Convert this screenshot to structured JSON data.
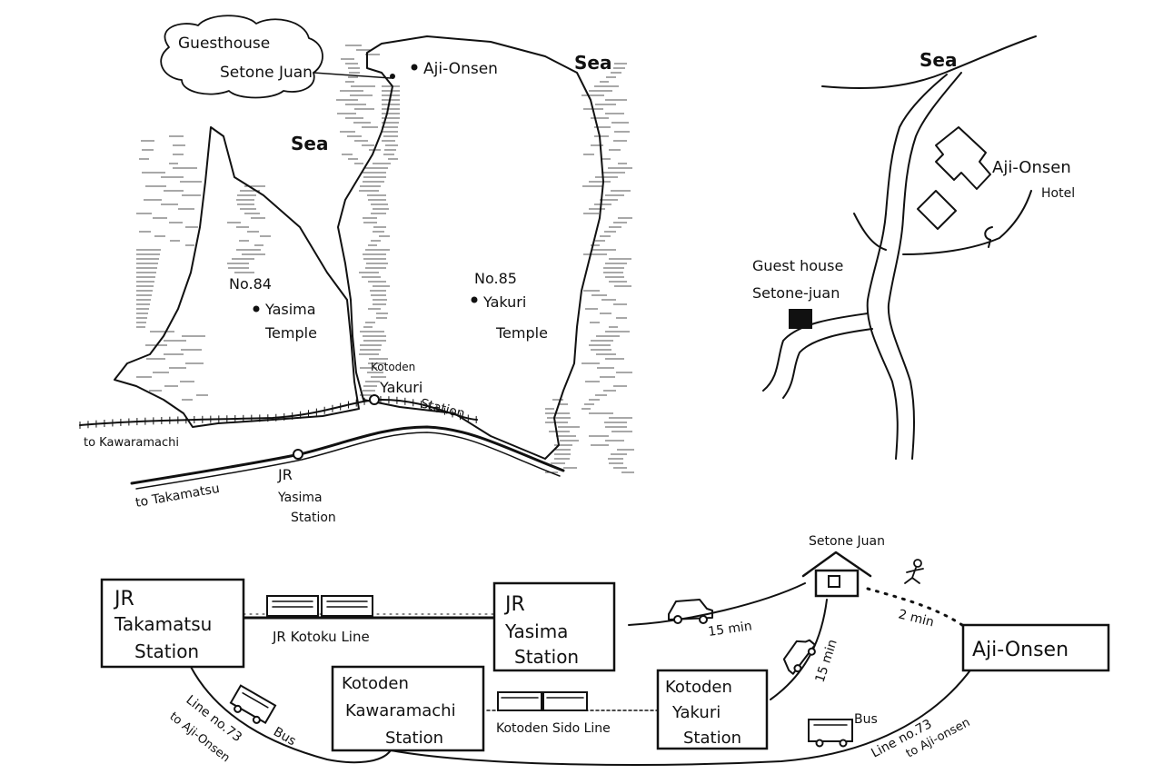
{
  "main_map": {
    "guesthouse_callout": {
      "line1": "Guesthouse",
      "line2": "Setone Juan"
    },
    "aji_onsen": "Aji-Onsen",
    "sea_north": "Sea",
    "sea_west": "Sea",
    "temple_84": {
      "number": "No.84",
      "name1": "Yasima",
      "name2": "Temple"
    },
    "temple_85": {
      "number": "No.85",
      "name1": "Yakuri",
      "name2": "Temple"
    },
    "kotoden_yakuri": {
      "line1": "Kotoden",
      "line2": "Yakuri",
      "line3": "Station"
    },
    "jr_yasima": {
      "line1": "JR",
      "line2": "Yasima",
      "line3": "Station"
    },
    "to_kawaramachi": "to Kawaramachi",
    "to_takamatsu": "to Takamatsu"
  },
  "detail_map": {
    "sea": "Sea",
    "hotel": {
      "line1": "Aji-Onsen",
      "line2": "Hotel"
    },
    "guesthouse": {
      "line1": "Guest house",
      "line2": "Setone-juan"
    }
  },
  "route": {
    "jr_takamatsu": {
      "line1": "JR",
      "line2": "Takamatsu",
      "line3": "Station"
    },
    "jr_yasima": {
      "line1": "JR",
      "line2": "Yasima",
      "line3": "Station"
    },
    "kotoden_kawaramachi": {
      "line1": "Kotoden",
      "line2": "Kawaramachi",
      "line3": "Station"
    },
    "kotoden_yakuri": {
      "line1": "Kotoden",
      "line2": "Yakuri",
      "line3": "Station"
    },
    "aji_onsen": "Aji-Onsen",
    "setone_juan": "Setone Juan",
    "jr_line": "JR Kotoku Line",
    "kotoden_line": "Kotoden Sido Line",
    "car_time_1": "15 min",
    "car_time_2": "15 min",
    "walk_time": "2 min",
    "bus_left": {
      "label": "Bus",
      "line": "Line no.73",
      "dest": "to Aji-Onsen"
    },
    "bus_right": {
      "label": "Bus",
      "line": "Line no.73",
      "dest": "to Aji-onsen"
    }
  }
}
